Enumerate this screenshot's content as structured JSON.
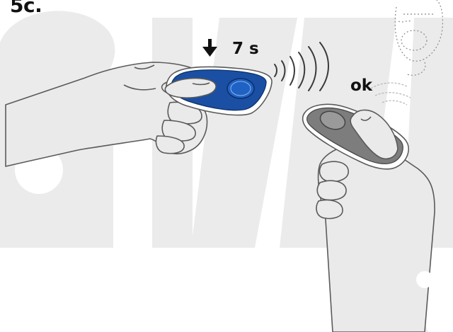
{
  "step": "5c.",
  "hold_time": "7 s",
  "confirmation": "ok",
  "icons": {
    "press_direction": "arrow-down-icon",
    "signal": "radio-waves-icon",
    "receiver": "receiver-outline-icon"
  },
  "colors": {
    "background": "#ffffff",
    "watermark": "#ebebeb",
    "remote_master_body": "#1a4fa3",
    "remote_master_button": "#1f62c4",
    "remote_slave_body": "#7d7d7d",
    "remote_slave_button": "#9a9a9a",
    "skin": "#eaeaea",
    "outline": "#5a5a5a",
    "text": "#111111"
  }
}
